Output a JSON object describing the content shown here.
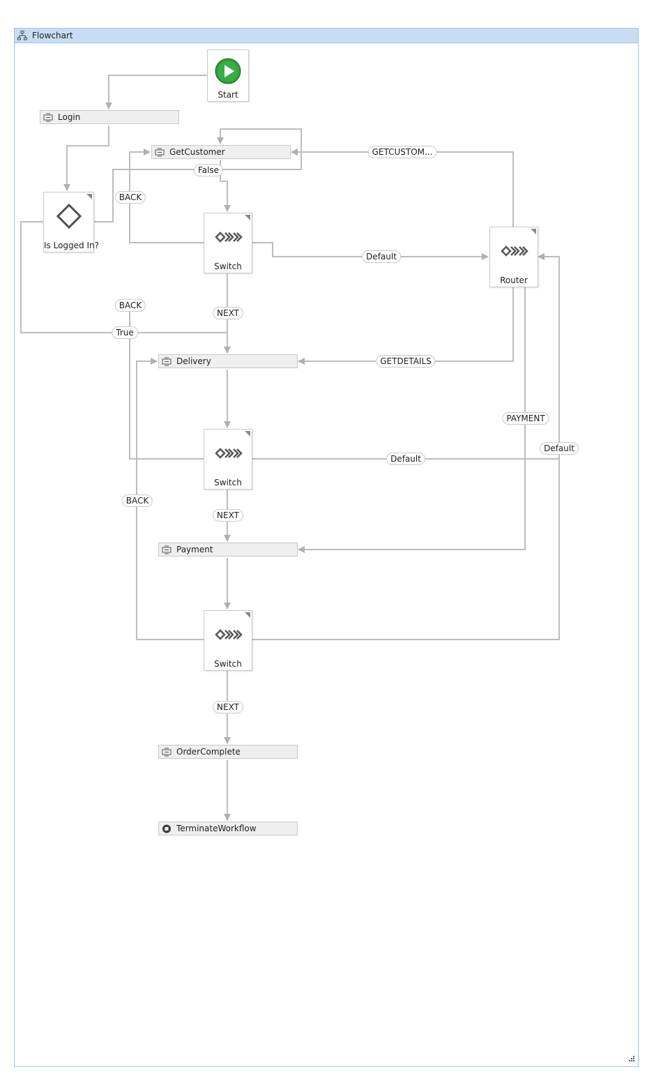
{
  "designer": {
    "title": "Flowchart",
    "colors": {
      "header_bg": "#c8ddf3",
      "border": "#9dc3e6",
      "start_green": "#2e9b3a",
      "edge": "#b5b5b5"
    }
  },
  "nodes": {
    "start": "Start",
    "login": "Login",
    "get_customer": "GetCustomer",
    "is_logged_in": "Is Logged In?",
    "switch_1": "Switch",
    "router": "Router",
    "delivery": "Delivery",
    "switch_2": "Switch",
    "payment": "Payment",
    "switch_3": "Switch",
    "order_complete": "OrderComplete",
    "terminate": "TerminateWorkflow"
  },
  "edge_labels": {
    "false": "False",
    "true": "True",
    "back_1": "BACK",
    "back_2": "BACK",
    "back_3": "BACK",
    "getcustom": "GETCUSTOM...",
    "default_1": "Default",
    "default_2": "Default",
    "default_3": "Default",
    "next_1": "NEXT",
    "next_2": "NEXT",
    "next_3": "NEXT",
    "getdetails": "GETDETAILS",
    "payment": "PAYMENT"
  }
}
